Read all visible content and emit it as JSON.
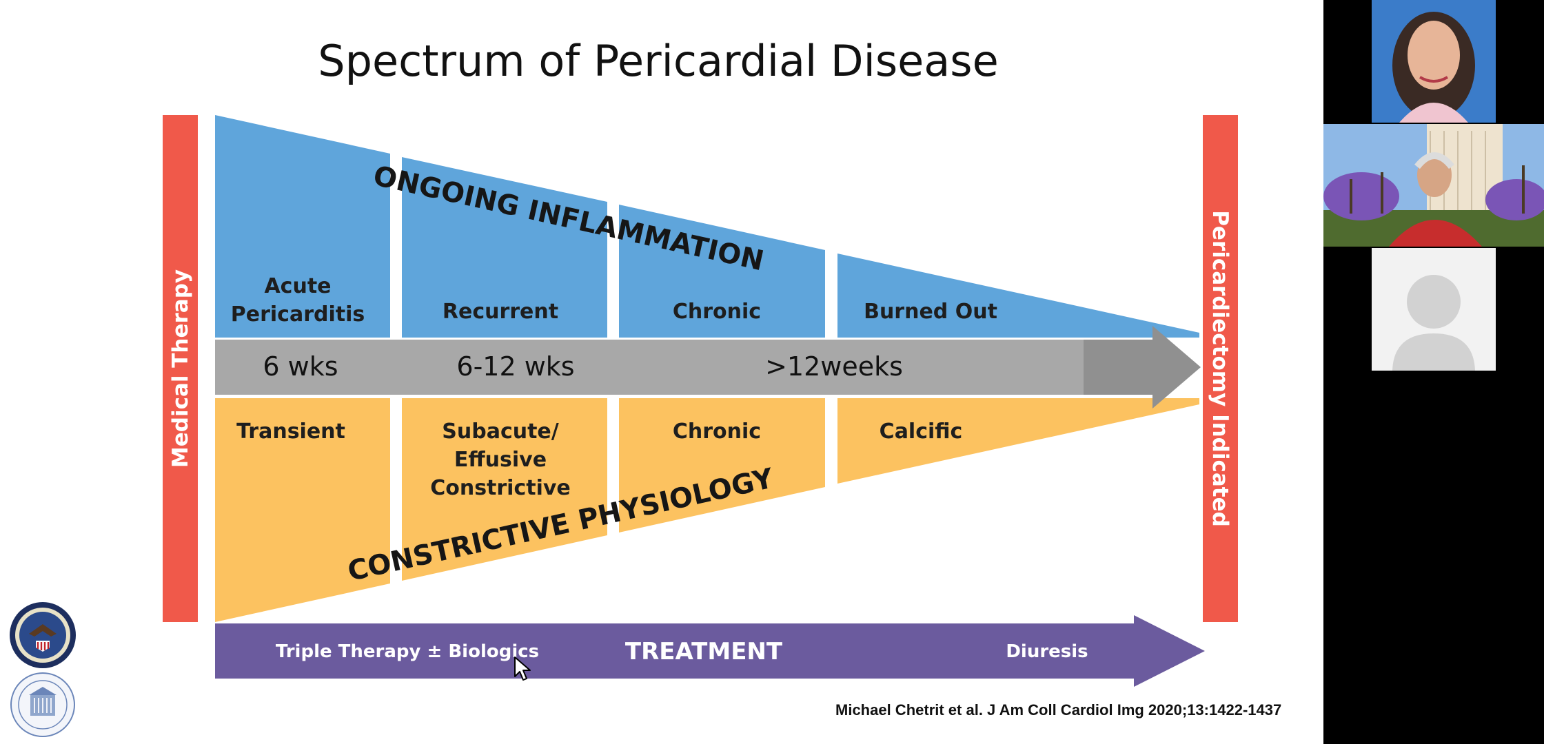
{
  "slide": {
    "title": "Spectrum of Pericardial Disease",
    "citation": "Michael Chetrit et al. J Am Coll Cardiol Img 2020;13:1422-1437"
  },
  "diagram": {
    "left_bar": "Medical Therapy",
    "right_bar": "Pericardiectomy Indicated",
    "top_band": "ONGOING INFLAMMATION",
    "bottom_band": "CONSTRICTIVE PHYSIOLOGY",
    "inflammation_stages": [
      "Acute",
      "Pericarditis",
      "Recurrent",
      "Chronic",
      "Burned Out"
    ],
    "constrictive_stages": [
      "Transient",
      "Subacute/",
      "Effusive",
      "Constrictive",
      "Chronic",
      "Calcific"
    ],
    "timeline": [
      "6 wks",
      "6-12 wks",
      ">12weeks"
    ],
    "treatment": {
      "left": "Triple Therapy ± Biologics",
      "center": "TREATMENT",
      "right": "Diuresis"
    }
  },
  "colors": {
    "blue": "#5fa5db",
    "orange": "#fcc260",
    "red": "#f0594a",
    "gray": "#a8a8a8",
    "purple": "#6b5b9e"
  },
  "participants": [
    {
      "name": "",
      "icon": "participant-video-woman"
    },
    {
      "name": "",
      "icon": "participant-video-man"
    },
    {
      "name": "",
      "icon": "avatar-placeholder-icon"
    }
  ]
}
